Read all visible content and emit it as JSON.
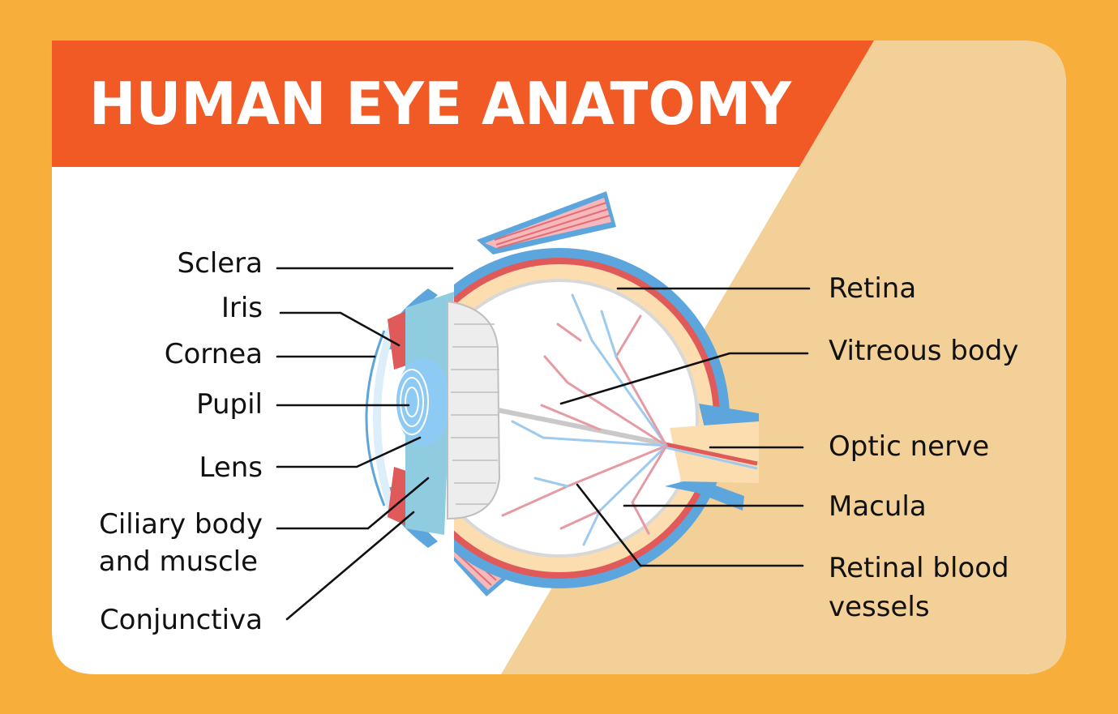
{
  "title": "HUMAN EYE ANATOMY",
  "colors": {
    "frame": "#F8AE3A",
    "title_band": "#F15A24",
    "panel": "#FFFFFF",
    "accent_beige": "#F3D097",
    "sclera_blue": "#5DA6DD",
    "choroid_red": "#E05A5A",
    "retina_cream": "#FBDDB0",
    "lens_blue": "#8DCBF5",
    "muscle_pink": "#F29A9E"
  },
  "labels_left": [
    {
      "id": "sclera",
      "text": "Sclera"
    },
    {
      "id": "iris",
      "text": "Iris"
    },
    {
      "id": "cornea",
      "text": "Cornea"
    },
    {
      "id": "pupil",
      "text": "Pupil"
    },
    {
      "id": "lens",
      "text": "Lens"
    },
    {
      "id": "ciliary",
      "text": "Ciliary body",
      "text2": "and muscle"
    },
    {
      "id": "conjunctiva",
      "text": "Conjunctiva"
    }
  ],
  "labels_right": [
    {
      "id": "retina",
      "text": "Retina"
    },
    {
      "id": "vitreous",
      "text": "Vitreous body"
    },
    {
      "id": "optic",
      "text": "Optic nerve"
    },
    {
      "id": "macula",
      "text": "Macula"
    },
    {
      "id": "vessels",
      "text": "Retinal blood",
      "text2": "vessels"
    }
  ]
}
